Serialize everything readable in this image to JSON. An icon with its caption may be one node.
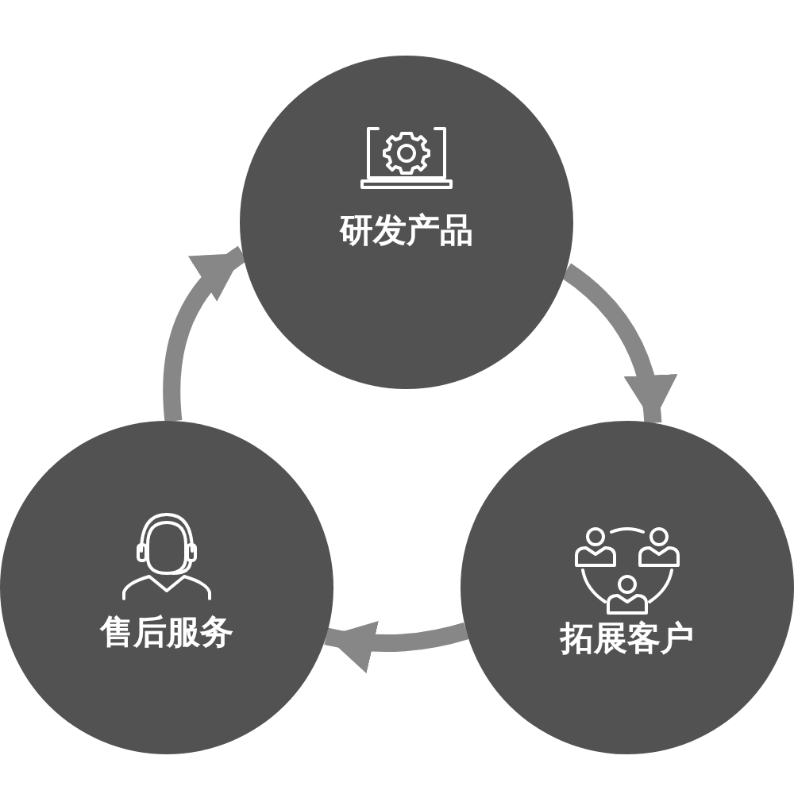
{
  "diagram": {
    "nodes": [
      {
        "text": [
          "研发产品"
        ]
      },
      {
        "text": [
          "拓展客户"
        ]
      },
      {
        "text": [
          "售后服务"
        ]
      }
    ],
    "edges": [
      {
        "from": 0,
        "to": 1,
        "arrow": "to"
      },
      {
        "from": 1,
        "to": 2,
        "arrow": "to"
      },
      {
        "from": 2,
        "to": 0,
        "arrow": "to"
      }
    ]
  }
}
